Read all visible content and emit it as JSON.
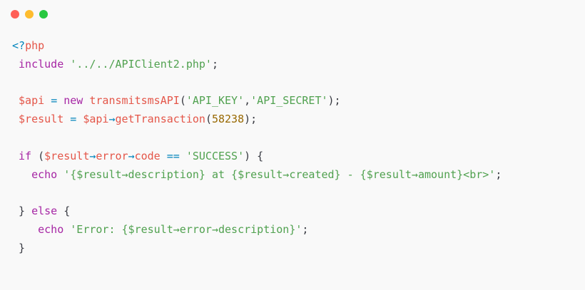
{
  "window": {
    "buttons": [
      {
        "name": "close",
        "color": "#ff5f57"
      },
      {
        "name": "minimize",
        "color": "#febc2e"
      },
      {
        "name": "maximize",
        "color": "#28c840"
      }
    ]
  },
  "colors": {
    "keyword": "#a626a4",
    "variable": "#e45649",
    "string": "#50a14f",
    "number": "#986801",
    "operator": "#0184bc",
    "plain": "#383a42",
    "background": "#f9f9f9"
  },
  "code": {
    "lines": [
      [
        {
          "t": "tag",
          "v": "<?"
        },
        {
          "t": "var",
          "v": "php"
        }
      ],
      [
        {
          "t": "plain",
          "v": " "
        },
        {
          "t": "kw",
          "v": "include"
        },
        {
          "t": "plain",
          "v": " "
        },
        {
          "t": "str",
          "v": "'../../APIClient2.php'"
        },
        {
          "t": "punc",
          "v": ";"
        }
      ],
      [],
      [
        {
          "t": "plain",
          "v": " "
        },
        {
          "t": "var",
          "v": "$api"
        },
        {
          "t": "plain",
          "v": " "
        },
        {
          "t": "op",
          "v": "="
        },
        {
          "t": "plain",
          "v": " "
        },
        {
          "t": "kw",
          "v": "new"
        },
        {
          "t": "plain",
          "v": " "
        },
        {
          "t": "fn",
          "v": "transmitsmsAPI"
        },
        {
          "t": "punc",
          "v": "("
        },
        {
          "t": "str",
          "v": "'API_KEY'"
        },
        {
          "t": "punc",
          "v": ","
        },
        {
          "t": "str",
          "v": "'API_SECRET'"
        },
        {
          "t": "punc",
          "v": ");"
        }
      ],
      [
        {
          "t": "plain",
          "v": " "
        },
        {
          "t": "var",
          "v": "$result"
        },
        {
          "t": "plain",
          "v": " "
        },
        {
          "t": "op",
          "v": "="
        },
        {
          "t": "plain",
          "v": " "
        },
        {
          "t": "var",
          "v": "$api"
        },
        {
          "t": "op",
          "v": "→"
        },
        {
          "t": "fn",
          "v": "getTransaction"
        },
        {
          "t": "punc",
          "v": "("
        },
        {
          "t": "num",
          "v": "58238"
        },
        {
          "t": "punc",
          "v": ");"
        }
      ],
      [],
      [
        {
          "t": "plain",
          "v": " "
        },
        {
          "t": "kw",
          "v": "if"
        },
        {
          "t": "plain",
          "v": " "
        },
        {
          "t": "punc",
          "v": "("
        },
        {
          "t": "var",
          "v": "$result"
        },
        {
          "t": "op",
          "v": "→"
        },
        {
          "t": "var",
          "v": "error"
        },
        {
          "t": "op",
          "v": "→"
        },
        {
          "t": "var",
          "v": "code"
        },
        {
          "t": "plain",
          "v": " "
        },
        {
          "t": "op",
          "v": "=="
        },
        {
          "t": "plain",
          "v": " "
        },
        {
          "t": "str",
          "v": "'SUCCESS'"
        },
        {
          "t": "punc",
          "v": ") {"
        }
      ],
      [
        {
          "t": "plain",
          "v": "   "
        },
        {
          "t": "kw",
          "v": "echo"
        },
        {
          "t": "plain",
          "v": " "
        },
        {
          "t": "str",
          "v": "'{$result→description} at {$result→created} - {$result→amount}<br>'"
        },
        {
          "t": "punc",
          "v": ";"
        }
      ],
      [],
      [
        {
          "t": "plain",
          "v": " "
        },
        {
          "t": "punc",
          "v": "}"
        },
        {
          "t": "plain",
          "v": " "
        },
        {
          "t": "kw",
          "v": "else"
        },
        {
          "t": "plain",
          "v": " "
        },
        {
          "t": "punc",
          "v": "{"
        }
      ],
      [
        {
          "t": "plain",
          "v": "    "
        },
        {
          "t": "kw",
          "v": "echo"
        },
        {
          "t": "plain",
          "v": " "
        },
        {
          "t": "str",
          "v": "'Error: {$result→error→description}'"
        },
        {
          "t": "punc",
          "v": ";"
        }
      ],
      [
        {
          "t": "plain",
          "v": " "
        },
        {
          "t": "punc",
          "v": "}"
        }
      ]
    ]
  }
}
